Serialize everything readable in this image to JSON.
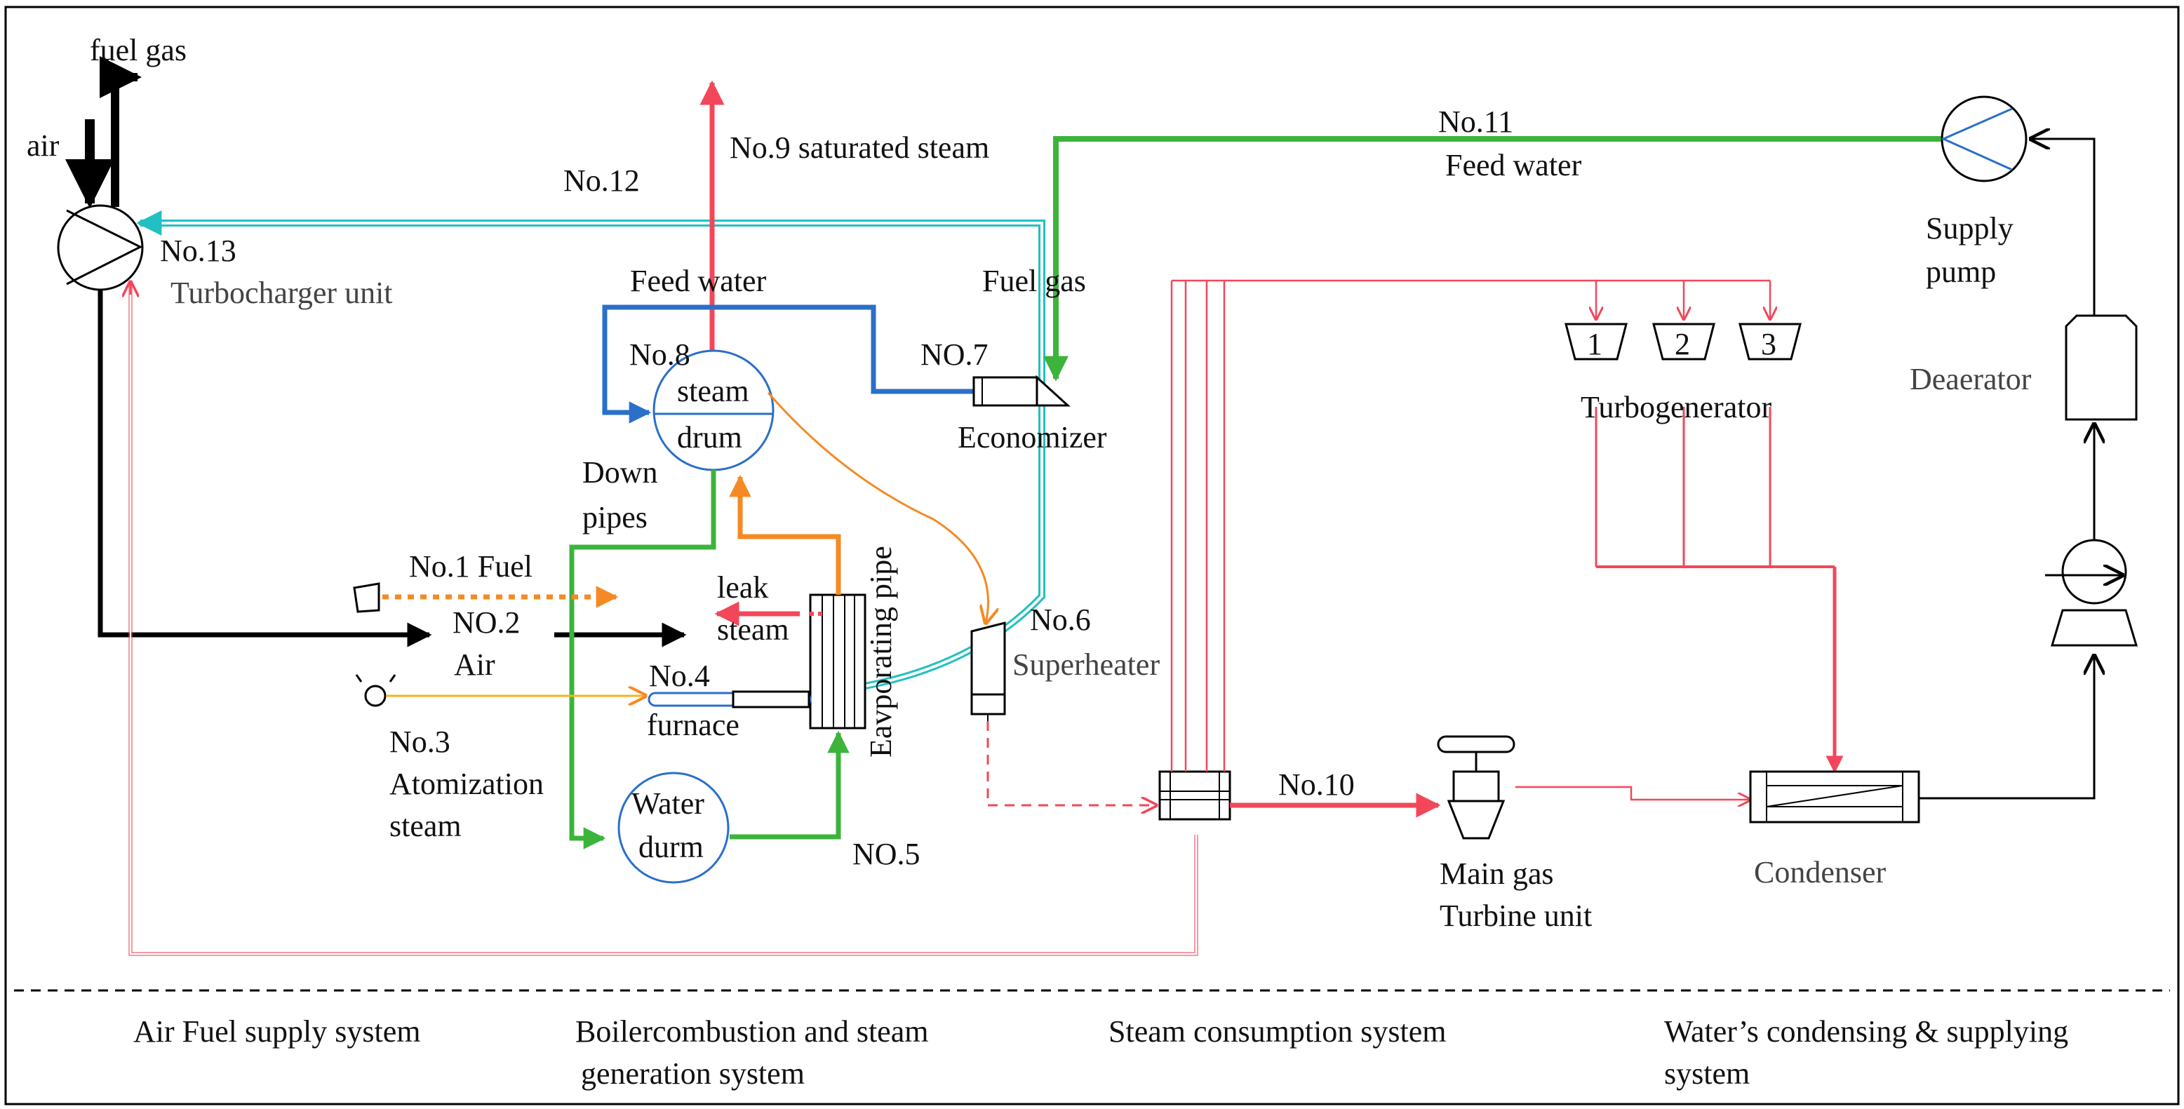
{
  "labels": {
    "fuel_gas_out": "fuel gas",
    "air_in": "air",
    "no13": "No.13",
    "turbocharger": "Turbocharger unit",
    "no12": "No.12",
    "no9": "No.9 saturated steam",
    "no11": "No.11",
    "feed_water_right": "Feed water",
    "supply_pump_1": "Supply",
    "supply_pump_2": "pump",
    "feed_water_drum": "Feed water",
    "fuel_gas_econ": "Fuel gas",
    "no8": "No.8",
    "steam": "steam",
    "drum": "drum",
    "no7": "NO.7",
    "economizer": "Economizer",
    "down_pipes_1": "Down",
    "down_pipes_2": "pipes",
    "evaporating_pipe": "Eavporating pipe",
    "no1_fuel": "No.1 Fuel",
    "no2": "NO.2",
    "air": "Air",
    "leak": "leak",
    "leak_steam": "steam",
    "no6": "No.6",
    "superheater": "Superheater",
    "no3": "No.3",
    "atomization": "Atomization",
    "atomization_steam": "steam",
    "no4": "No.4",
    "furnace": "furnace",
    "water": "Water",
    "durm": "durm",
    "no5": "NO.5",
    "no10": "No.10",
    "main_gas": "Main gas",
    "turbine_unit": "Turbine unit",
    "condenser": "Condenser",
    "deaerator": "Deaerator",
    "turbogenerator": "Turbogenerator",
    "tg1": "1",
    "tg2": "2",
    "tg3": "3"
  },
  "sections": {
    "air_fuel": "Air Fuel supply system",
    "boiler_1": "Boilercombustion and steam",
    "boiler_2": "generation system",
    "steam_consumption": "Steam consumption system",
    "water_1": "Water’s condensing & supplying",
    "water_2": "system"
  },
  "colors": {
    "steam_red": "#f2475a",
    "feed_green": "#3cb43c",
    "drum_blue": "#2a6fc9",
    "cyan": "#22c0c0",
    "orange": "#f58a24",
    "yellow": "#f5b31c",
    "black": "#000000"
  }
}
